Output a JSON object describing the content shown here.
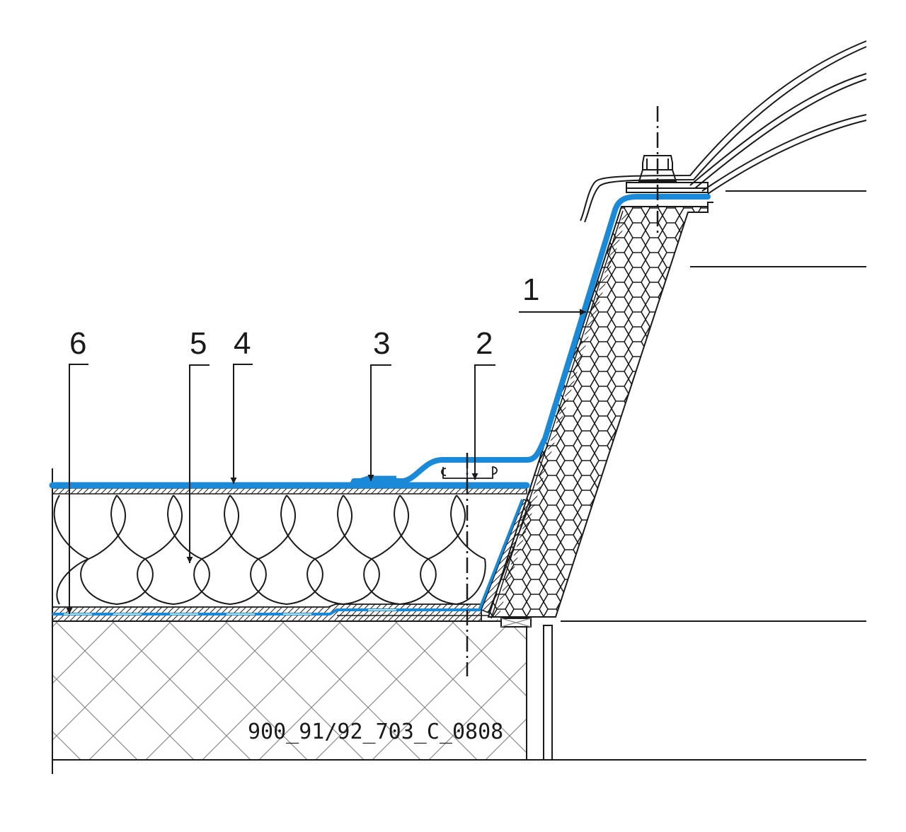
{
  "drawing": {
    "id_label": "900_91/92_703_C_0808",
    "colors": {
      "membrane": "#1a8ad8",
      "line": "#1a1a1a",
      "hatch_light": "#777777",
      "background": "#ffffff"
    }
  },
  "callouts": [
    {
      "number": "1",
      "target": "membrane-upstand"
    },
    {
      "number": "2",
      "target": "fixing-profile"
    },
    {
      "number": "3",
      "target": "membrane-overlap"
    },
    {
      "number": "4",
      "target": "roof-membrane"
    },
    {
      "number": "5",
      "target": "thermal-insulation"
    },
    {
      "number": "6",
      "target": "vapour-barrier"
    }
  ]
}
